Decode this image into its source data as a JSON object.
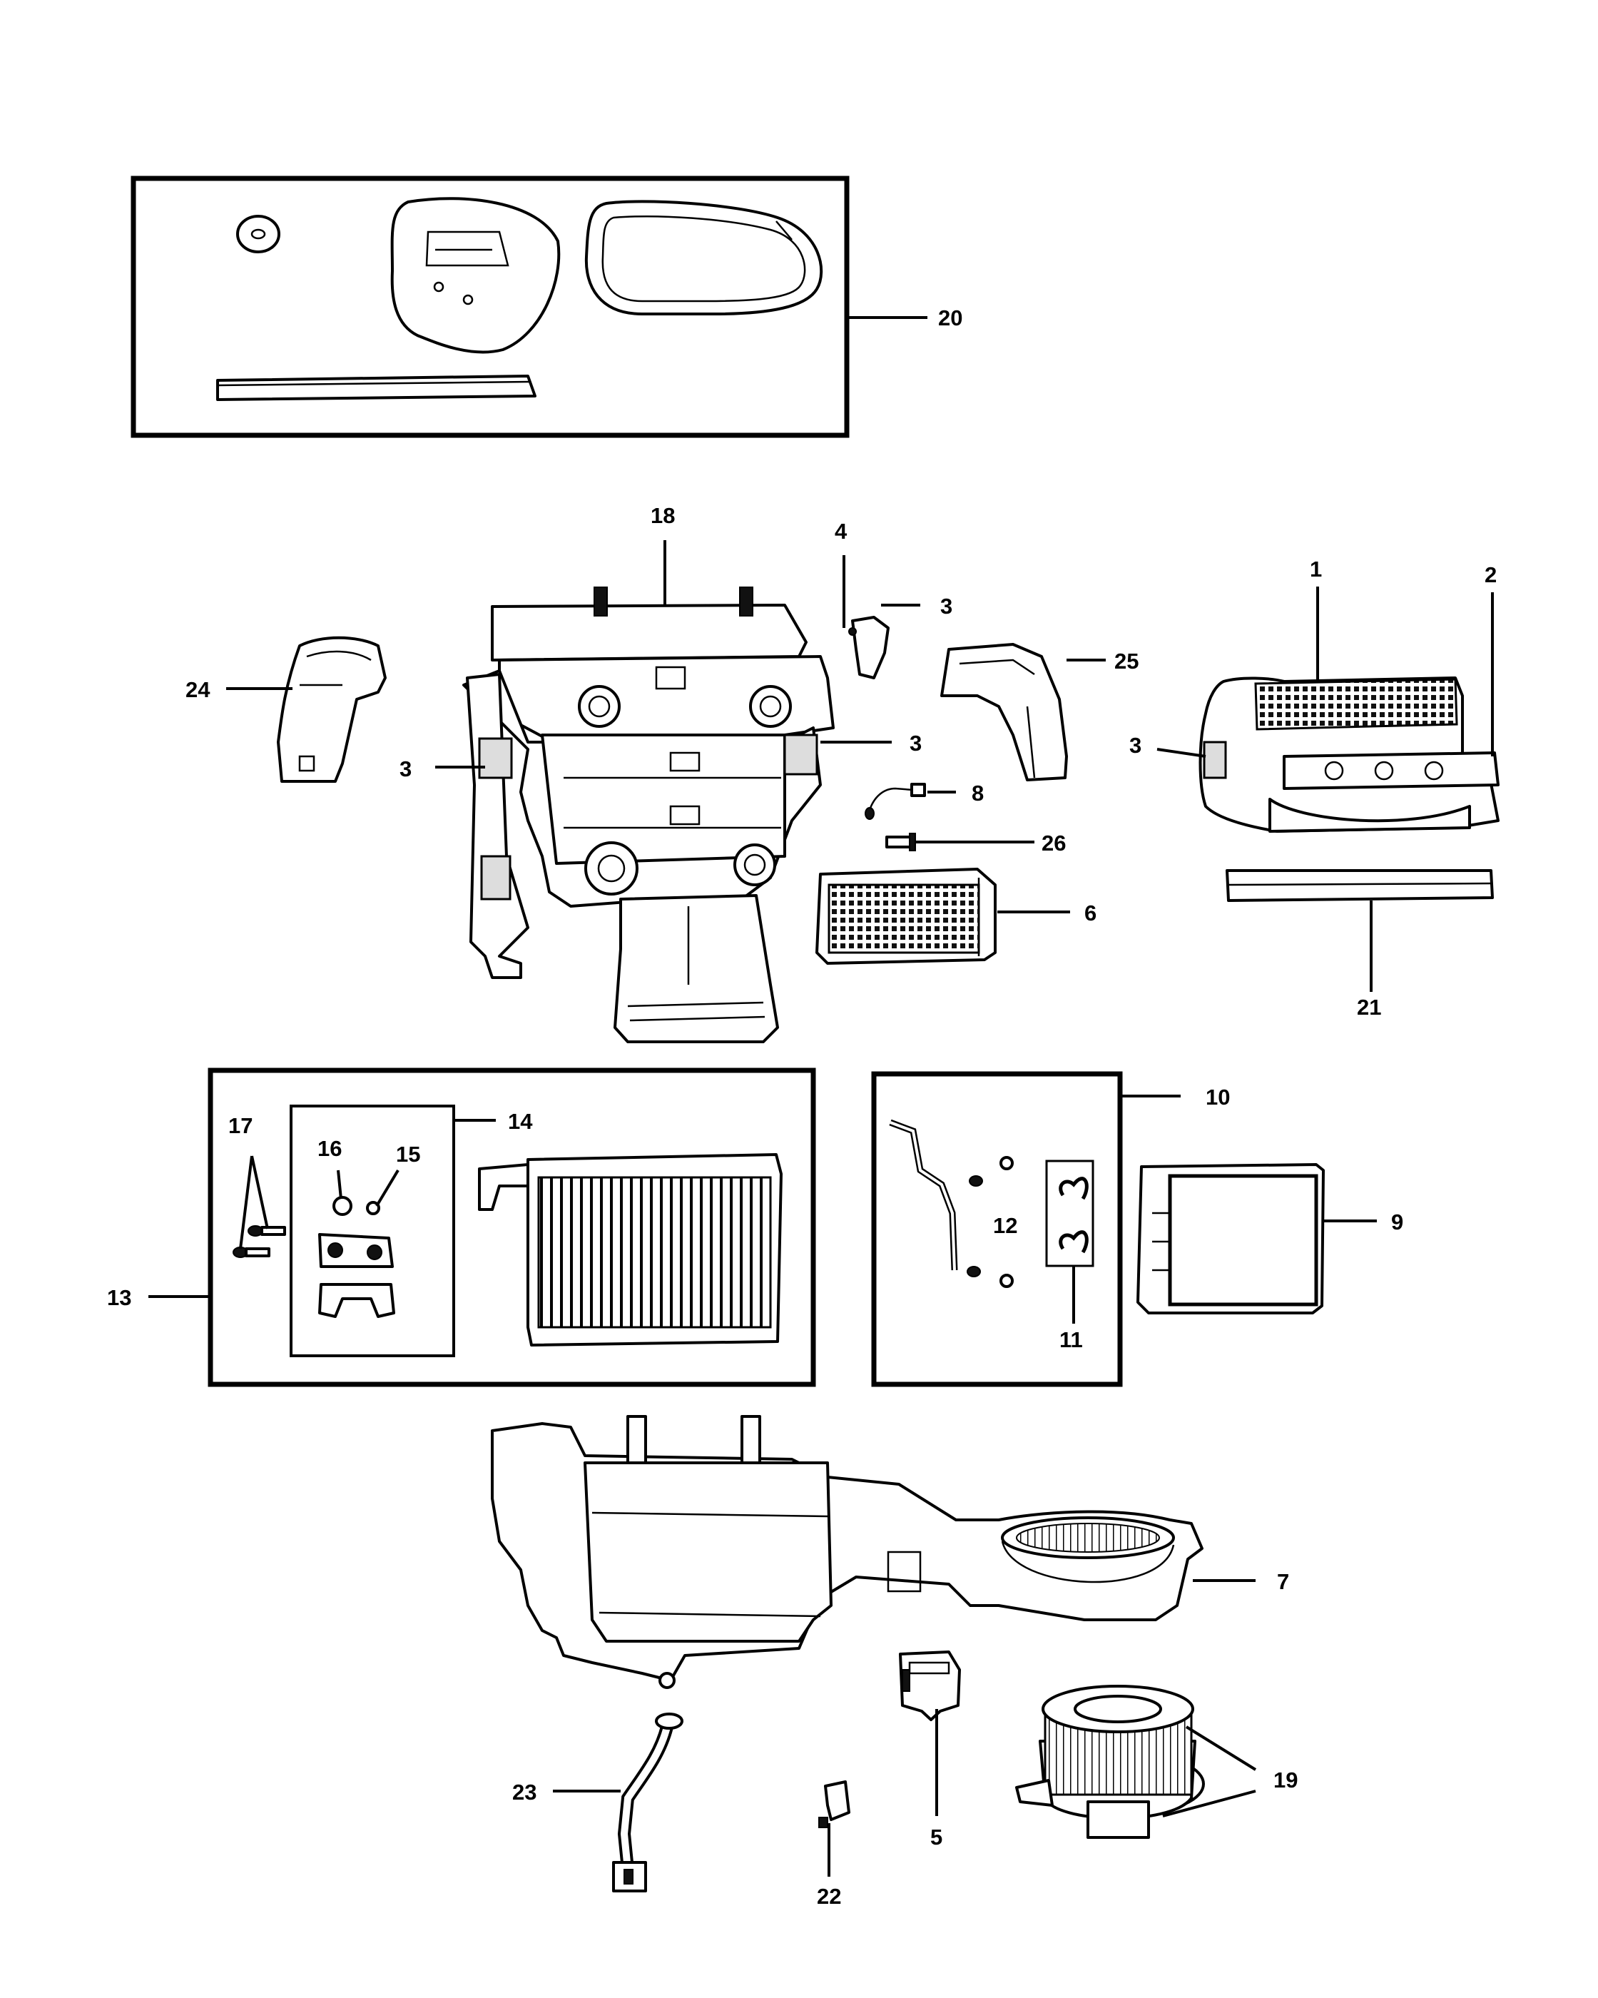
{
  "callouts": [
    "1",
    "2",
    "3",
    "3",
    "3",
    "3",
    "4",
    "5",
    "6",
    "7",
    "8",
    "9",
    "10",
    "11",
    "12",
    "13",
    "14",
    "15",
    "16",
    "17",
    "18",
    "19",
    "20",
    "21",
    "22",
    "23",
    "24",
    "25",
    "26"
  ]
}
